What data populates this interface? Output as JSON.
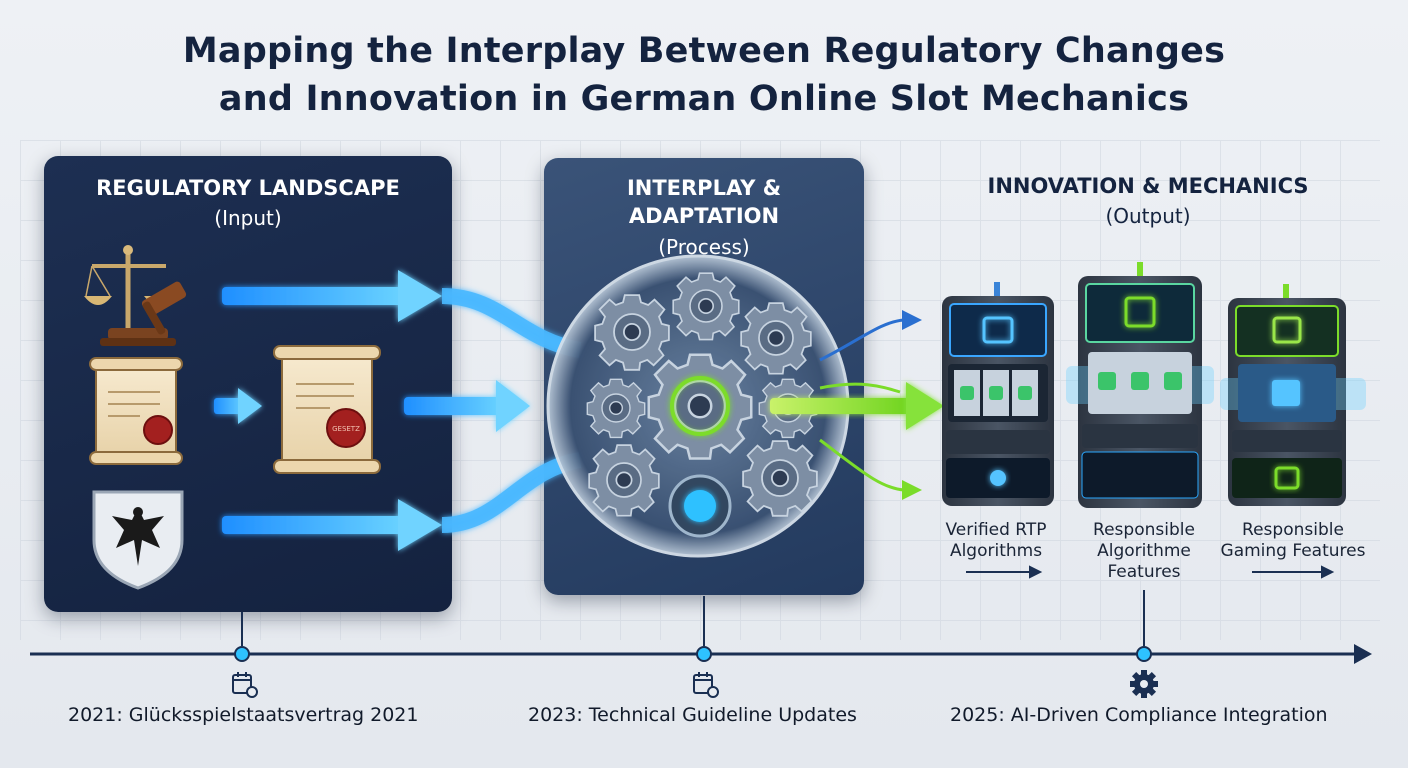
{
  "title": {
    "line1": "Mapping the Interplay Between Regulatory Changes",
    "line2": "and Innovation in German Online Slot Mechanics"
  },
  "panels": {
    "input": {
      "title": "REGULATORY LANDSCAPE",
      "subtitle": "(Input)"
    },
    "process": {
      "title_line1": "INTERPLAY &",
      "title_line2": "ADAPTATION",
      "subtitle": "(Process)"
    },
    "output": {
      "title": "INNOVATION & MECHANICS",
      "subtitle": "(Output)"
    }
  },
  "input_icons": [
    "scales-gavel-icon",
    "law-scroll-icon",
    "federal-eagle-shield-icon"
  ],
  "scroll_seal_text": "GESETZ",
  "outputs": [
    {
      "line1": "Verified RTP",
      "line2": "Algorithms",
      "line3": ""
    },
    {
      "line1": "Responsible",
      "line2": "Algorithme",
      "line3": "Features"
    },
    {
      "line1": "Responsible",
      "line2": "Gaming Features",
      "line3": ""
    }
  ],
  "timeline": [
    {
      "label": "2021: Glücksspielstaatsvertrag 2021",
      "icon": "calendar-gear-icon"
    },
    {
      "label": "2023: Technical Guideline Updates",
      "icon": "calendar-gear-icon"
    },
    {
      "label": "2025: AI-Driven Compliance Integration",
      "icon": "gear-icon"
    }
  ],
  "colors": {
    "title": "#14233f",
    "panel_input": "#1a2b4c",
    "panel_process": "#2e4669",
    "arrow_blue": "#2aa8ff",
    "arrow_green": "#7bdc2a",
    "timeline": "#1a2f52"
  }
}
